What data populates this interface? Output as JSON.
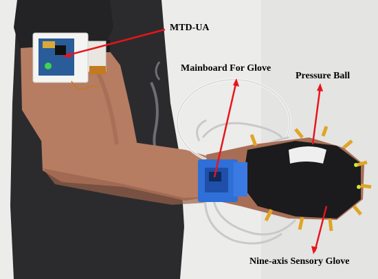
{
  "figure": {
    "labels": {
      "mtd": "MTD-UA",
      "mainboard": "Mainboard For Glove",
      "pressure": "Pressure Ball",
      "glove": "Nine-axis Sensory Glove"
    },
    "colors": {
      "background": "#ececea",
      "shirt": "#2b2b2e",
      "skin": "#b67d62",
      "skin_shadow": "#9a634c",
      "device_case": "#f4f4f2",
      "pcb": "#2a5c9a",
      "led": "#3dd64a",
      "mainboard_case": "#2f6fd8",
      "glove": "#1b1b1d",
      "yellow_strips": "#e0a524",
      "arrow": "#e8141b"
    }
  }
}
